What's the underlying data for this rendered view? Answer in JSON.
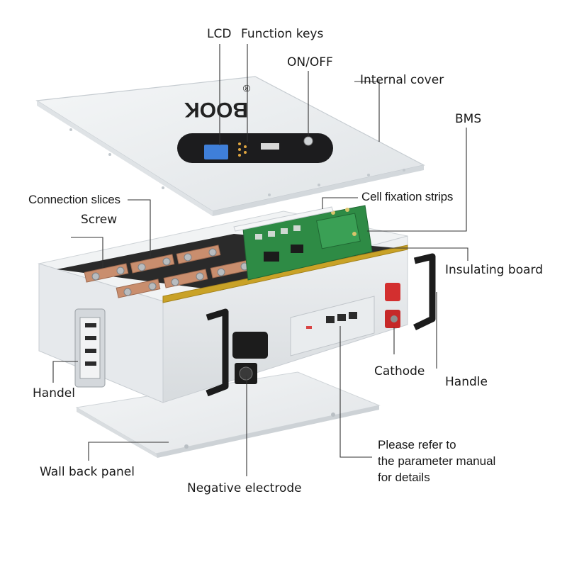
{
  "brand": {
    "logo_text": "BOOK",
    "registered_mark": "®"
  },
  "labels": {
    "lcd": "LCD",
    "function_keys": "Function keys",
    "on_off": "ON/OFF",
    "internal_cover": "Internal cover",
    "bms": "BMS",
    "connection_slices": "Connection slices",
    "cell_fixation_strips": "Cell fixation strips",
    "screw": "Screw",
    "insulating_board": "Insulating board",
    "cathode": "Cathode",
    "handle": "Handle",
    "handel": "Handel",
    "wall_back_panel": "Wall back panel",
    "negative_electrode": "Negative electrode",
    "note_line1": "Please refer to",
    "note_line2": "the parameter manual",
    "note_line3": "for details"
  },
  "colors": {
    "cover": "#e9ecef",
    "chassis": "#e4e7ea",
    "pcb": "#2e8b45",
    "copper": "#c98e6e",
    "insulator": "#c9a227",
    "terminal_red": "#d32f2f",
    "handle": "#1c1c1c",
    "display": "#3f7fd9",
    "leader": "#333333"
  }
}
